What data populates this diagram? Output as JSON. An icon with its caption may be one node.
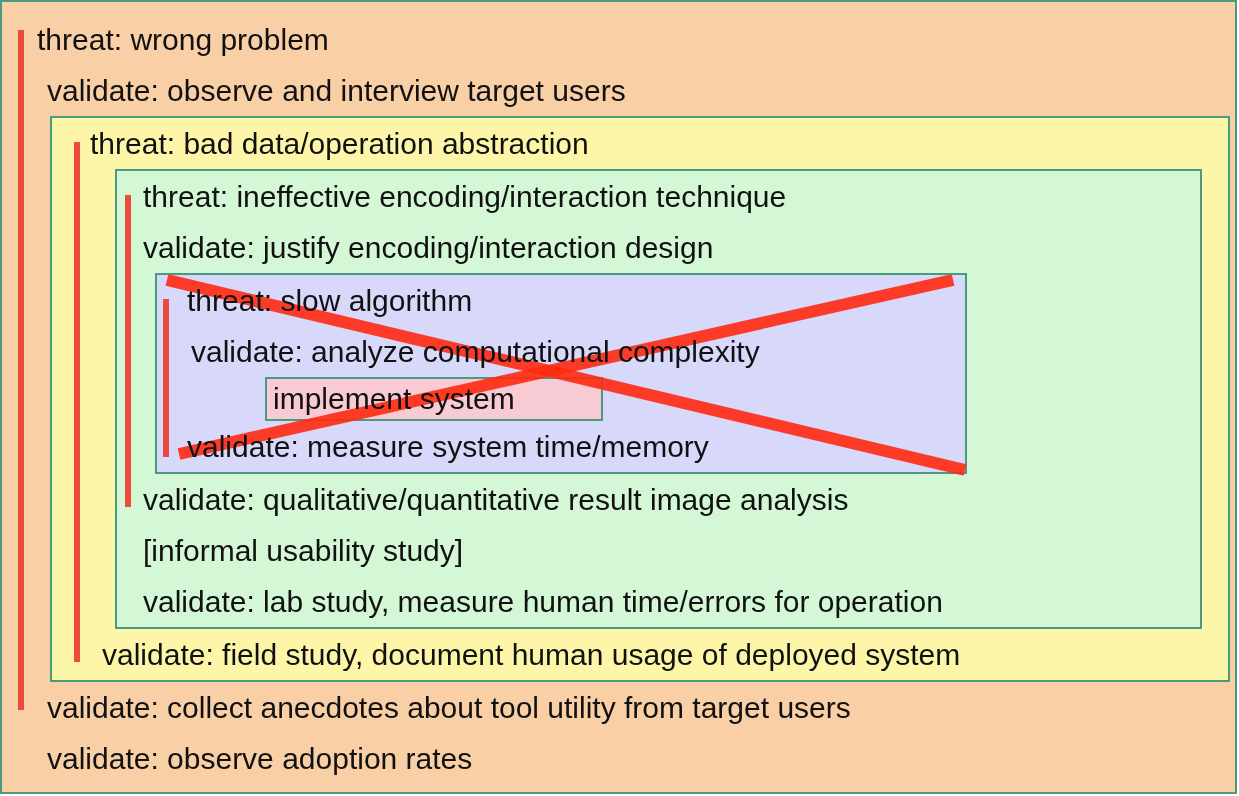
{
  "diagram": {
    "nodes": [
      {
        "text": [
          "threat: wrong problem",
          "validate: observe and interview target users",
          "validate: collect anecdotes about tool utility from target users",
          "validate: observe adoption rates"
        ]
      },
      {
        "text": [
          "threat: bad data/operation abstraction",
          "validate: field study, document human usage of deployed system"
        ],
        "in": 0
      },
      {
        "text": [
          "threat: ineffective encoding/interaction technique",
          "validate: justify encoding/interaction design",
          "validate: qualitative/quantitative result image analysis",
          "[informal usability study]",
          "validate: lab study, measure human time/errors for operation"
        ],
        "in": 1
      },
      {
        "text": [
          "threat: slow algorithm",
          "validate: analyze computational complexity",
          "validate: measure system time/memory"
        ],
        "in": 2
      },
      {
        "text": [
          "implement system"
        ],
        "in": 3
      }
    ],
    "edges": []
  }
}
